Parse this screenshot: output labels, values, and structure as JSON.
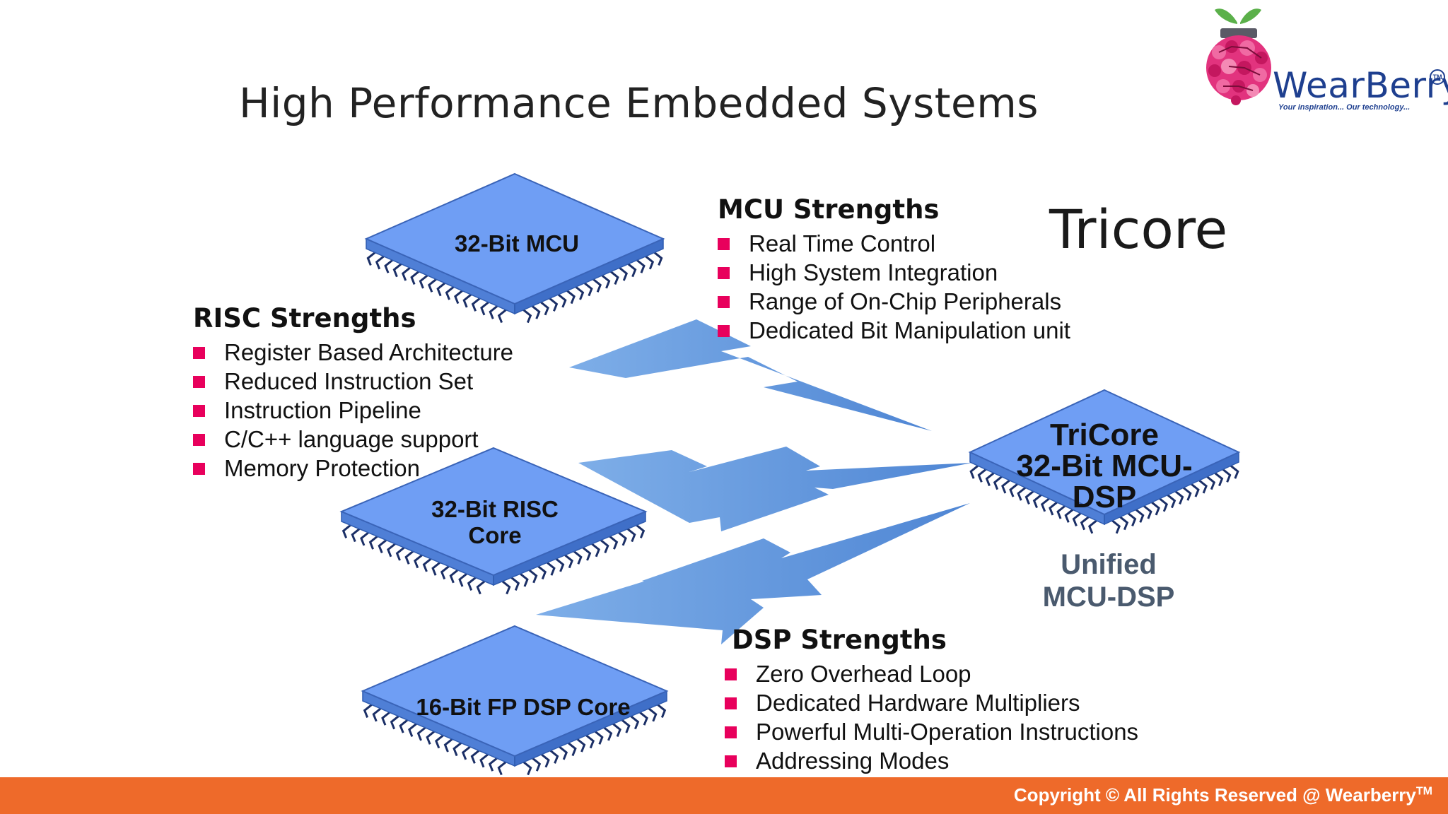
{
  "title": "High Performance Embedded Systems",
  "tricore_label": "Tricore",
  "chips": {
    "mcu": "32-Bit MCU",
    "risc_line1": "32-Bit RISC",
    "risc_line2": "Core",
    "dsp": "16-Bit FP DSP Core",
    "tricore_line1": "TriCore",
    "tricore_line2": "32-Bit MCU-",
    "tricore_line3": "DSP"
  },
  "unified": {
    "line1": "Unified",
    "line2": "MCU-DSP"
  },
  "mcu_strengths": {
    "heading": "MCU Strengths",
    "items": [
      "Real Time Control",
      "High System Integration",
      "Range of On-Chip Peripherals",
      "Dedicated Bit Manipulation unit"
    ]
  },
  "risc_strengths": {
    "heading": "RISC Strengths",
    "items": [
      "Register Based Architecture",
      "Reduced Instruction Set",
      "Instruction Pipeline",
      "C/C++ language support",
      "Memory Protection"
    ]
  },
  "dsp_strengths": {
    "heading": "DSP Strengths",
    "items": [
      "Zero Overhead Loop",
      "Dedicated Hardware Multipliers",
      "Powerful Multi-Operation Instructions",
      "Addressing Modes"
    ]
  },
  "footer": {
    "text": "Copyright © All Rights Reserved @ Wearberry",
    "sup": "TM"
  },
  "logo": {
    "brand": "WearBerry",
    "tm": "TM",
    "tagline": "Your inspiration... Our technology..."
  },
  "colors": {
    "chip_top": "#6f9ef4",
    "chip_side": "#4f7fd6",
    "bolt": "#5e95dc",
    "bullet": "#e8005c",
    "footer": "#ee6a2a",
    "unified_text": "#4a5a6e"
  }
}
